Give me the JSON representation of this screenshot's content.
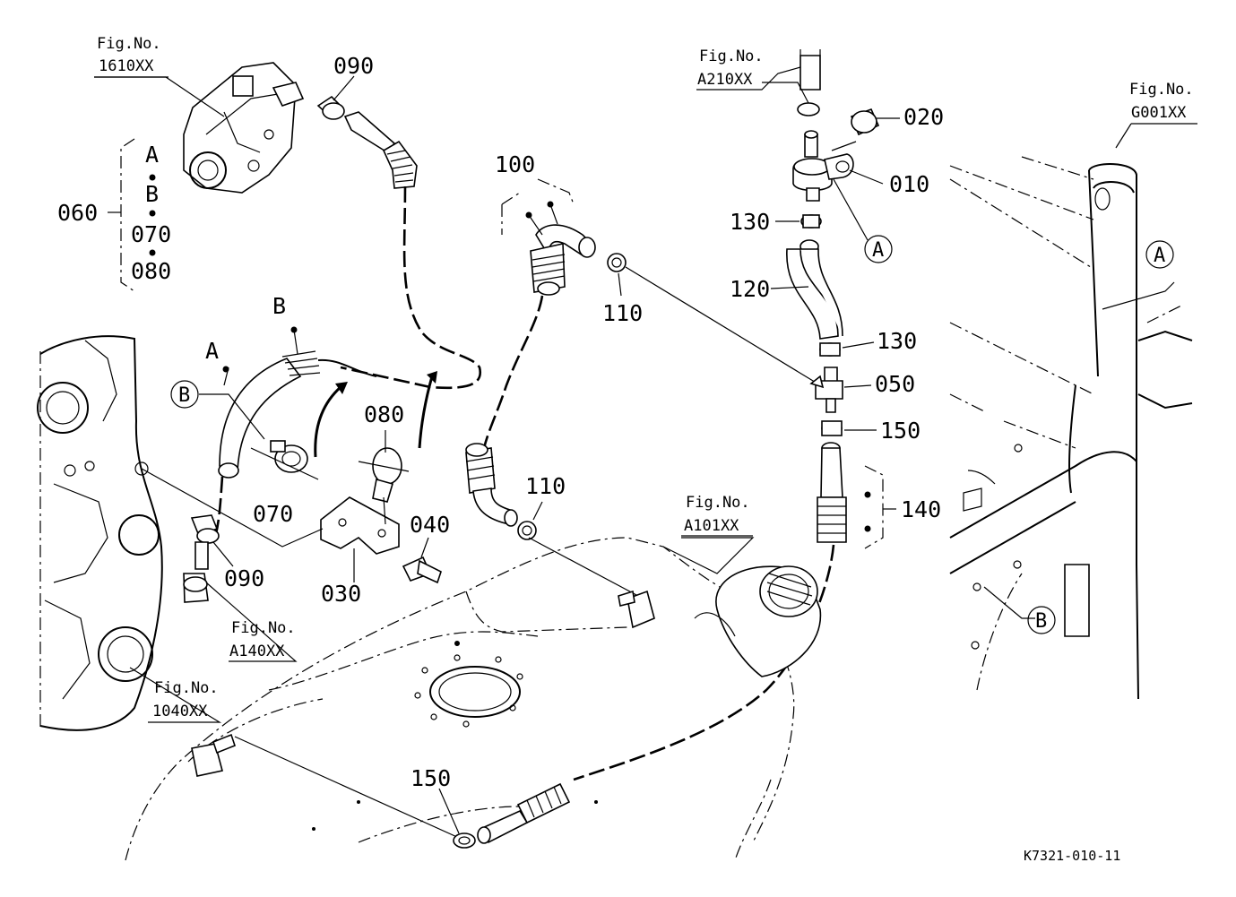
{
  "labels": {
    "fig_1610": {
      "prefix": "Fig.No.",
      "code": "1610XX"
    },
    "fig_a210": {
      "prefix": "Fig.No.",
      "code": "A210XX"
    },
    "fig_g001": {
      "prefix": "Fig.No.",
      "code": "G001XX"
    },
    "fig_a101": {
      "prefix": "Fig.No.",
      "code": "A101XX"
    },
    "fig_a140": {
      "prefix": "Fig.No.",
      "code": "A140XX"
    },
    "fig_1040": {
      "prefix": "Fig.No.",
      "code": "1040XX"
    }
  },
  "parts": {
    "p010": "010",
    "p020": "020",
    "p030": "030",
    "p040": "040",
    "p050": "050",
    "p060": "060",
    "p070": "070",
    "p070b": "070",
    "p080": "080",
    "p080b": "080",
    "p090_top": "090",
    "p090_bot": "090",
    "p100": "100",
    "p110_top": "110",
    "p110_mid": "110",
    "p120": "120",
    "p130_top": "130",
    "p130_mid": "130",
    "p140": "140",
    "p150_right": "150",
    "p150_bot": "150"
  },
  "bracket_060": {
    "item_a": "A",
    "item_b": "B"
  },
  "hose_letters": {
    "a": "A",
    "b": "B"
  },
  "callouts": {
    "circle_a_1": "A",
    "circle_a_2": "A",
    "circle_b_1": "B",
    "circle_b_2": "B"
  },
  "drawing_code": "K7321-010-11"
}
